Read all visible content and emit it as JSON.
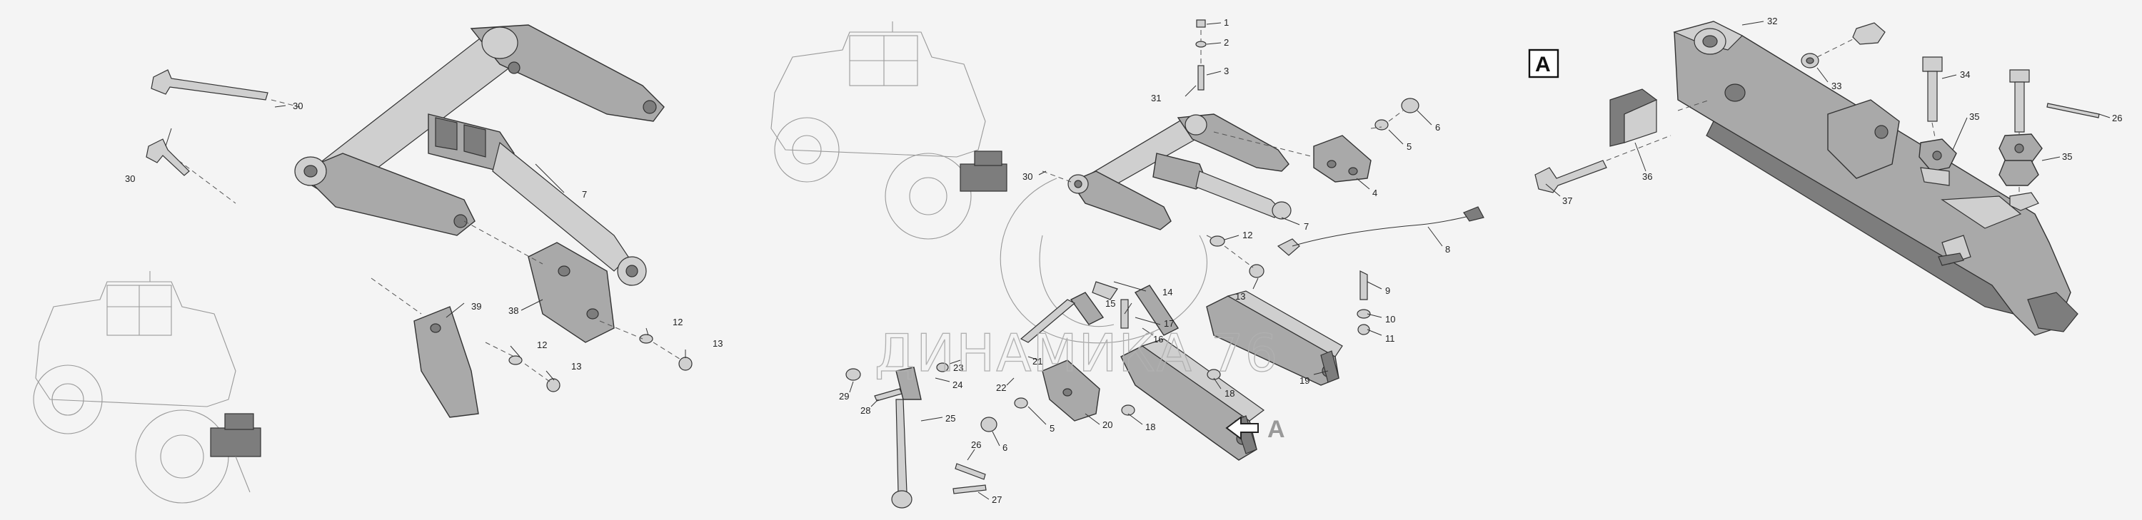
{
  "watermark": "ДИНАМИКА 76",
  "view_marker": "A",
  "view_box_letter": "A",
  "callouts_left": [
    {
      "id": "l30a",
      "text": "30"
    },
    {
      "id": "l30b",
      "text": "30"
    },
    {
      "id": "l7",
      "text": "7"
    },
    {
      "id": "l39",
      "text": "39"
    },
    {
      "id": "l38",
      "text": "38"
    },
    {
      "id": "l12a",
      "text": "12"
    },
    {
      "id": "l13a",
      "text": "13"
    },
    {
      "id": "l12b",
      "text": "12"
    },
    {
      "id": "l13b",
      "text": "13"
    }
  ],
  "callouts_center": [
    {
      "id": "c1",
      "text": "1"
    },
    {
      "id": "c2",
      "text": "2"
    },
    {
      "id": "c3",
      "text": "3"
    },
    {
      "id": "c31",
      "text": "31"
    },
    {
      "id": "c5a",
      "text": "5"
    },
    {
      "id": "c6a",
      "text": "6"
    },
    {
      "id": "c4",
      "text": "4"
    },
    {
      "id": "c30",
      "text": "30"
    },
    {
      "id": "c7",
      "text": "7"
    },
    {
      "id": "c8",
      "text": "8"
    },
    {
      "id": "c12",
      "text": "12"
    },
    {
      "id": "c13",
      "text": "13"
    },
    {
      "id": "c14",
      "text": "14"
    },
    {
      "id": "c9",
      "text": "9"
    },
    {
      "id": "c10",
      "text": "10"
    },
    {
      "id": "c11",
      "text": "11"
    },
    {
      "id": "c15",
      "text": "15"
    },
    {
      "id": "c17",
      "text": "17"
    },
    {
      "id": "c16",
      "text": "16"
    },
    {
      "id": "c23",
      "text": "23"
    },
    {
      "id": "c24",
      "text": "24"
    },
    {
      "id": "c21",
      "text": "21"
    },
    {
      "id": "c22",
      "text": "22"
    },
    {
      "id": "c29",
      "text": "29"
    },
    {
      "id": "c28",
      "text": "28"
    },
    {
      "id": "c18a",
      "text": "18"
    },
    {
      "id": "c19",
      "text": "19"
    },
    {
      "id": "c5b",
      "text": "5"
    },
    {
      "id": "c25",
      "text": "25"
    },
    {
      "id": "c20",
      "text": "20"
    },
    {
      "id": "c18b",
      "text": "18"
    },
    {
      "id": "c6b",
      "text": "6"
    },
    {
      "id": "c26",
      "text": "26"
    },
    {
      "id": "c27",
      "text": "27"
    }
  ],
  "callouts_right": [
    {
      "id": "r32",
      "text": "32"
    },
    {
      "id": "r33",
      "text": "33"
    },
    {
      "id": "r34",
      "text": "34"
    },
    {
      "id": "r26",
      "text": "26"
    },
    {
      "id": "r35a",
      "text": "35"
    },
    {
      "id": "r35b",
      "text": "35"
    },
    {
      "id": "r36",
      "text": "36"
    },
    {
      "id": "r37",
      "text": "37"
    }
  ]
}
